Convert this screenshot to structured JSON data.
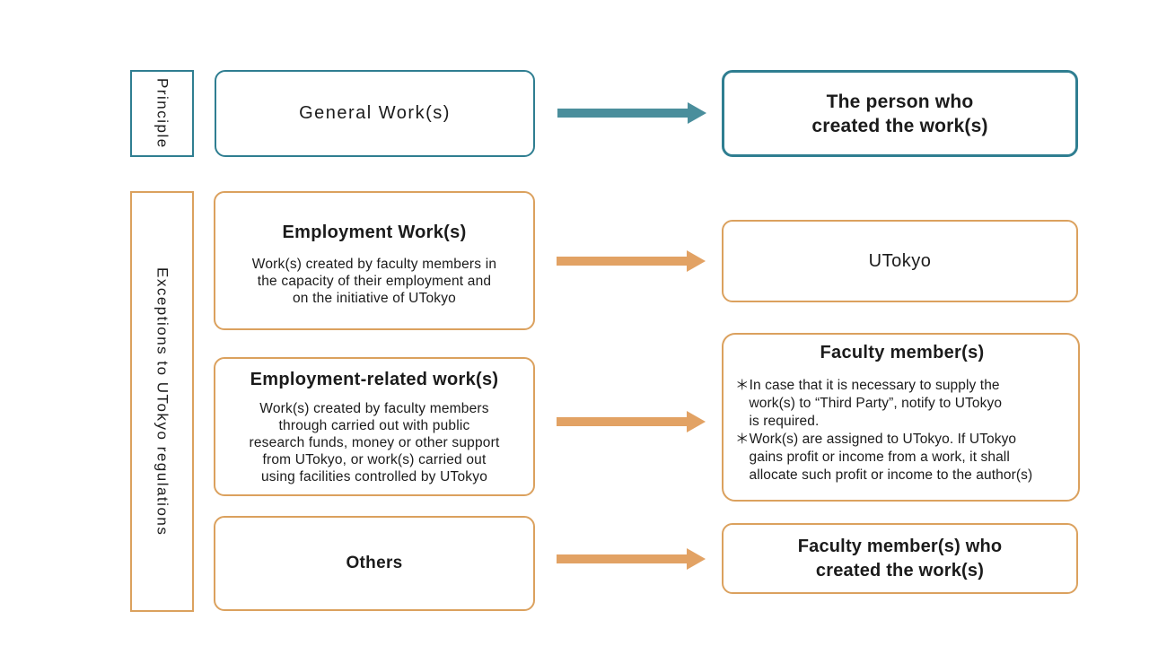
{
  "colors": {
    "teal": "#2F7E91",
    "teal_arrow": "#4A8E9C",
    "orange": "#DBA15E",
    "orange_arrow": "#E2A264",
    "text": "#1B1B1B",
    "background": "#FFFFFF"
  },
  "side_labels": {
    "principle": "Principle",
    "exceptions": "Exceptions to UTokyo regulations"
  },
  "rows": [
    {
      "source": {
        "title": "General Work(s)"
      },
      "owner": {
        "title": "The person who\ncreated the work(s)"
      }
    },
    {
      "source": {
        "title": "Employment Work(s)",
        "description": "Work(s) created by faculty members in\nthe capacity of their employment and\non the initiative of UTokyo"
      },
      "owner": {
        "title": "UTokyo"
      }
    },
    {
      "source": {
        "title": "Employment-related work(s)",
        "description": "Work(s) created by faculty members\nthrough carried out with public\nresearch funds, money or other support\nfrom UTokyo, or work(s) carried out\nusing facilities controlled by UTokyo"
      },
      "owner": {
        "title": "Faculty member(s)",
        "notes": [
          "＊In case that it is necessary to supply the\nwork(s) to “Third Party”, notify to UTokyo\nis required.",
          "＊Work(s) are assigned to UTokyo. If UTokyo\ngains profit or income from a work, it shall\nallocate such profit or income to the author(s)"
        ]
      }
    },
    {
      "source": {
        "title": "Others"
      },
      "owner": {
        "title": "Faculty member(s) who\ncreated the work(s)"
      }
    }
  ]
}
